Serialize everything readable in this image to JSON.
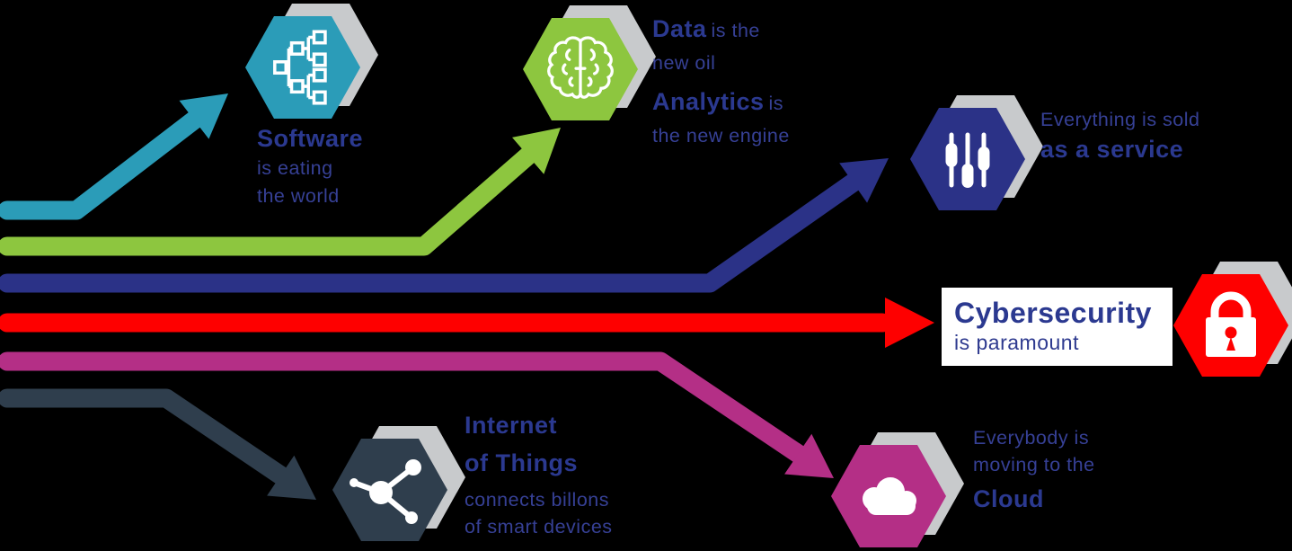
{
  "colors": {
    "background": "#000000",
    "shadow": "#c8cacc",
    "title-text": "#2b3990",
    "subtitle-text": "#364095",
    "box-bg": "#ffffff",
    "icon": "#ffffff"
  },
  "trends": [
    {
      "name": "software",
      "color": "#2b9cb8",
      "icon": "flowchart-icon",
      "title": "Software",
      "sub1": "is eating",
      "sub2": "the world"
    },
    {
      "name": "data-analytics",
      "color": "#8dc63f",
      "icon": "brain-icon",
      "data_title": "Data",
      "data_rest": "is the",
      "data_line2": "new oil",
      "analytics_title": "Analytics",
      "analytics_rest": "is",
      "analytics_line2": "the new engine"
    },
    {
      "name": "as-a-service",
      "color": "#2b3287",
      "icon": "sliders-icon",
      "line1": "Everything is sold",
      "title": "as a service"
    },
    {
      "name": "cybersecurity",
      "color": "#fe0000",
      "icon": "lock-icon",
      "title": "Cybersecurity",
      "sub": "is paramount"
    },
    {
      "name": "cloud",
      "color": "#b42f86",
      "icon": "cloud-icon",
      "line1": "Everybody is",
      "line2": "moving to the",
      "title": "Cloud"
    },
    {
      "name": "internet-of-things",
      "color": "#2f3e4d",
      "icon": "network-icon",
      "title1": "Internet",
      "title2": "of Things",
      "sub1": "connects billons",
      "sub2": "of smart devices"
    }
  ]
}
